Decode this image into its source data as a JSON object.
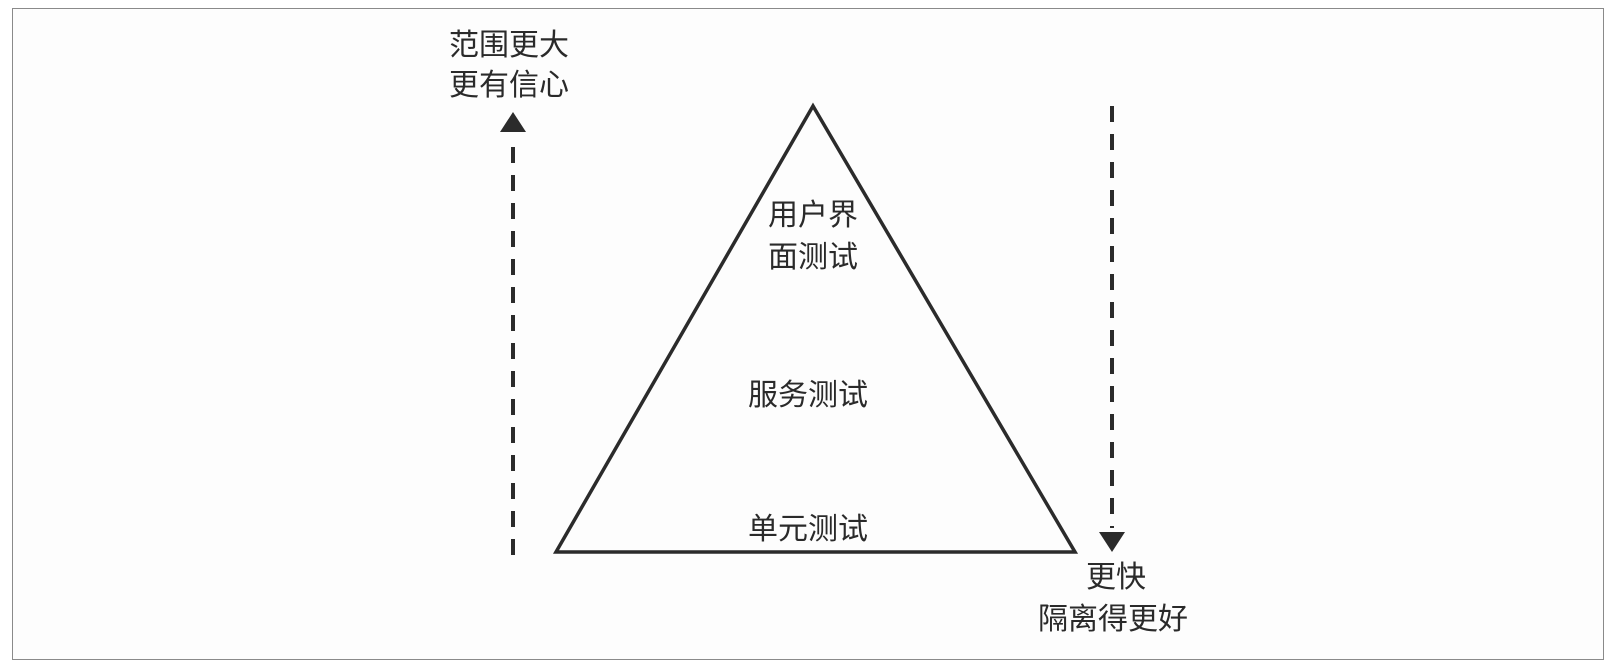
{
  "left_axis": {
    "label_line1": "范围更大",
    "label_line2": "更有信心",
    "direction": "up"
  },
  "right_axis": {
    "label_line1": "更快",
    "label_line2": "隔离得更好",
    "direction": "down"
  },
  "pyramid": {
    "levels": [
      {
        "line1": "用户界",
        "line2": "面测试"
      },
      {
        "line1": "服务测试"
      },
      {
        "line1": "单元测试"
      }
    ]
  },
  "colors": {
    "line": "#2b2b2b",
    "frame": "#8a8a8a",
    "text": "#2a2a2a"
  }
}
